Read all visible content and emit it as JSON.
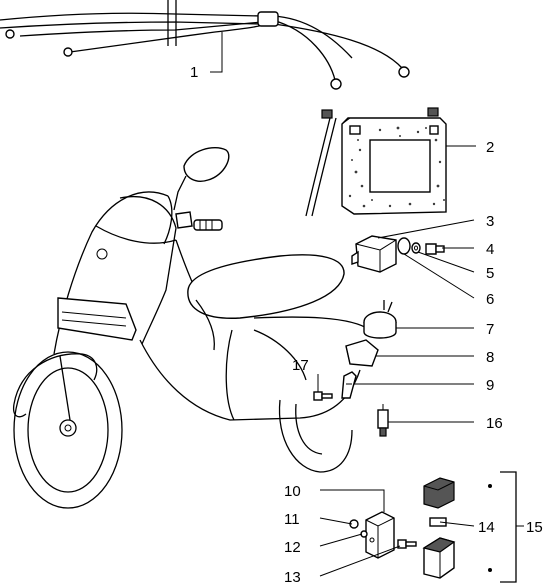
{
  "callouts": [
    {
      "id": "1",
      "text": "1",
      "part": "wiring-harness"
    },
    {
      "id": "2",
      "text": "2",
      "part": "battery"
    },
    {
      "id": "3",
      "text": "3",
      "part": "relay"
    },
    {
      "id": "4",
      "text": "4",
      "part": "screw"
    },
    {
      "id": "5",
      "text": "5",
      "part": "washer"
    },
    {
      "id": "6",
      "text": "6",
      "part": "spacer"
    },
    {
      "id": "7",
      "text": "7",
      "part": "horn"
    },
    {
      "id": "8",
      "text": "8",
      "part": "horn-bracket"
    },
    {
      "id": "9",
      "text": "9",
      "part": "mounting-clip"
    },
    {
      "id": "10",
      "text": "10",
      "part": "voltage-regulator"
    },
    {
      "id": "11",
      "text": "11",
      "part": "nut"
    },
    {
      "id": "12",
      "text": "12",
      "part": "regulator-washer"
    },
    {
      "id": "13",
      "text": "13",
      "part": "regulator-screw"
    },
    {
      "id": "14",
      "text": "14",
      "part": "fuse"
    },
    {
      "id": "15",
      "text": "15",
      "part": "fuse-box-assembly"
    },
    {
      "id": "16",
      "text": "16",
      "part": "connector"
    },
    {
      "id": "17",
      "text": "17",
      "part": "bolt"
    }
  ],
  "colors": {
    "line": "#000000",
    "background": "#ffffff",
    "battery_texture": "#3a3a3a"
  }
}
